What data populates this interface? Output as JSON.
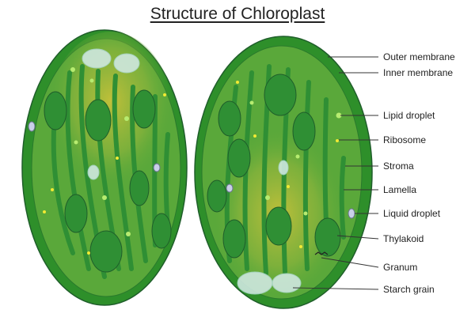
{
  "title": "Structure of Chloroplast",
  "labels": [
    {
      "id": "outer-membrane",
      "text": "Outer membrane"
    },
    {
      "id": "inner-membrane",
      "text": "Inner membrane"
    },
    {
      "id": "lipid-droplet",
      "text": "Lipid droplet"
    },
    {
      "id": "ribosome",
      "text": "Ribosome"
    },
    {
      "id": "stroma",
      "text": "Stroma"
    },
    {
      "id": "lamella",
      "text": "Lamella"
    },
    {
      "id": "liquid-droplet",
      "text": "Liquid droplet"
    },
    {
      "id": "thylakoid",
      "text": "Thylakoid"
    },
    {
      "id": "granum",
      "text": "Granum"
    },
    {
      "id": "starch-grain",
      "text": "Starch grain"
    }
  ],
  "colors": {
    "outer_fill": "#2e8f2a",
    "inner_fill": "#57a83a",
    "stroma_glow": "#c3c23a",
    "granum": "#2f8f34",
    "starch": "#cfe8e0",
    "lipid": "#b7ec70",
    "ribosome": "#f2ea33",
    "liquid": "#c9d0e8",
    "outline": "#1f5e2a"
  }
}
